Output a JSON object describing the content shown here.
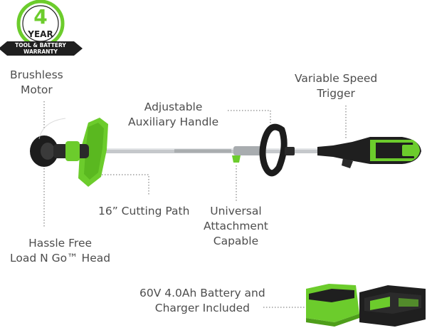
{
  "badge": {
    "number": "4",
    "year": "YEAR",
    "ribbon_line1": "TOOL & BATTERY",
    "ribbon_line2": "WARRANTY"
  },
  "callouts": {
    "brushless_motor": [
      "Brushless",
      "Motor"
    ],
    "auxiliary_handle": [
      "Adjustable",
      "Auxiliary Handle"
    ],
    "speed_trigger": [
      "Variable Speed",
      "Trigger"
    ],
    "cutting_path": [
      "16” Cutting Path"
    ],
    "attachment": [
      "Universal",
      "Attachment",
      "Capable"
    ],
    "head": [
      "Hassle Free",
      "Load N Go™ Head"
    ],
    "battery_charger": [
      "60V 4.0Ah Battery and",
      "Charger Included"
    ]
  },
  "colors": {
    "brand_green": "#6ccc2c",
    "dark": "#1f1f1f",
    "shaft": "#b9bcbf",
    "text": "#4d4d4d"
  }
}
